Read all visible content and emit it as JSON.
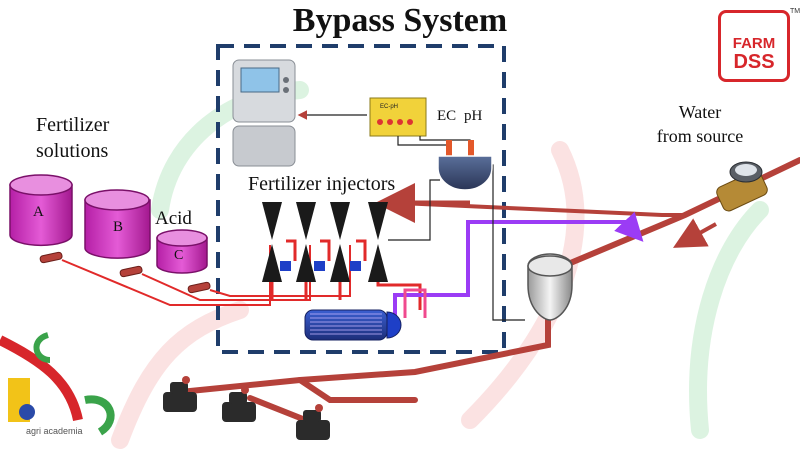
{
  "title": "Bypass System",
  "labels": {
    "fertilizer_line1": "Fertilizer",
    "fertilizer_line2": "solutions",
    "water_line1": "Water",
    "water_line2": "from source",
    "acid": "Acid",
    "injectors": "Fertilizer injectors",
    "ec": "EC",
    "ph": "pH",
    "tank_a": "A",
    "tank_b": "B",
    "tank_c": "C"
  },
  "controller_screen": "EC-pH",
  "logo": {
    "line1": "FARM",
    "line2": "DSS",
    "trademark": "TM"
  },
  "agri_logo_text": "agri academia",
  "colors": {
    "pipe": "#b5413a",
    "tank": "#d63cc6",
    "flow": "#9b3cf5",
    "box": "#1f3d6b",
    "injector": "#1a1a1a",
    "brand": "#d7262b"
  }
}
